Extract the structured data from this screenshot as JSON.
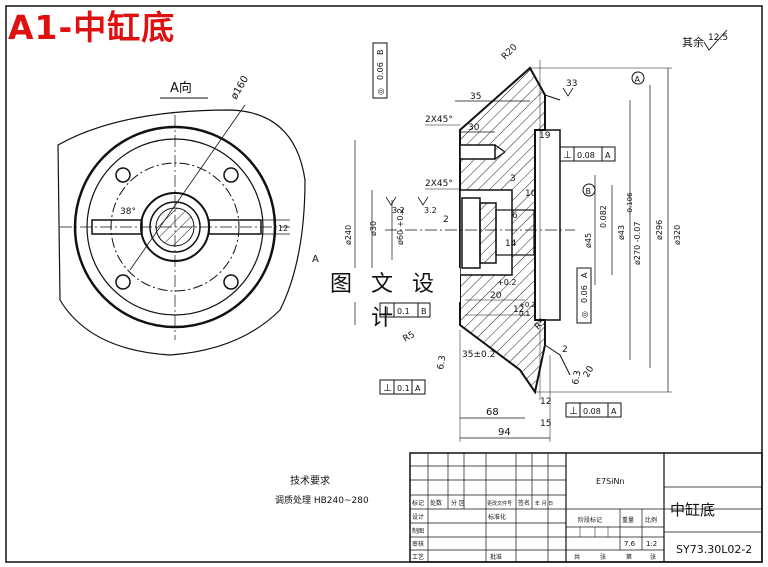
{
  "drawing": {
    "header_title": "A1-中缸底",
    "watermark": "图 文 设 计",
    "view_label": "A向",
    "section_letter": "A",
    "roughness_note": "其余",
    "roughness_value": "12.5",
    "tech_title": "技术要求",
    "tech_text": "调质处理 HB240~280"
  },
  "dimensions": {
    "d160": "ø160",
    "angle38": "38°",
    "d12": "12",
    "d35": "35",
    "d30": "30",
    "r20": "R20",
    "a33": "33",
    "tol006_top": "0.06",
    "datum_b_top": "B",
    "chamfer1": "2X45°",
    "chamfer2": "2X45°",
    "d19": "19",
    "d3": "3",
    "d10": "10",
    "d2a": "2",
    "d2b": "2",
    "d6": "6",
    "d240": "ø240",
    "d30b": "ø30",
    "d60": "ø60 +0.2",
    "d32": "3.2",
    "d32b": "3.2",
    "d14": "14",
    "d45": "ø45",
    "d43": "ø43",
    "d270": "ø270 -0.07",
    "d270b": "-0.106",
    "d296": "ø296",
    "d320": "ø320",
    "d082": "0.082",
    "d20a": "20",
    "d12b": "12",
    "tol_02a": "+0.2",
    "tol_02b": "+0.2",
    "tol_01": "0.1",
    "r5": "R5",
    "r5b": "R5",
    "d35b": "35±0.2",
    "d63": "6.3",
    "d63b": "6.3",
    "d20b": "20",
    "d2c": "2",
    "d68": "68",
    "d94": "94",
    "d12c": "12",
    "d15": "15",
    "flat008_a": "0.08",
    "flat008_b": "0.08",
    "flat01_a": "0.1",
    "flat01_b": "0.1",
    "tol006_side": "0.06",
    "datum_a": "A",
    "datum_b": "B",
    "perp1": "⊥",
    "perp2": "⊥",
    "perp3": "⊥",
    "perp4": "⊥",
    "circle_sym": "◎"
  },
  "title_block": {
    "material": "E7SiNn",
    "name": "中缸底",
    "code": "SY73.30L02-2",
    "c_biaoji": "标记",
    "c_chushu": "处数",
    "c_fenqu": "分  区",
    "c_wenjian": "更改文件号",
    "c_qianming": "签名",
    "c_nianyue": "年 月 日",
    "c_sheji": "设计",
    "c_zhitu": "制图",
    "c_shenhe": "审核",
    "c_gongyi": "工艺",
    "c_biaozhunhua": "标准化",
    "c_pizhun": "批准",
    "c_jieduan": "阶段标记",
    "c_zhongliang": "重量",
    "c_bili": "比例",
    "v_weight": "7.6",
    "v_scale": "1:2",
    "c_gong": "共",
    "c_zhang1": "张",
    "c_di": "第",
    "c_zhang2": "张"
  }
}
